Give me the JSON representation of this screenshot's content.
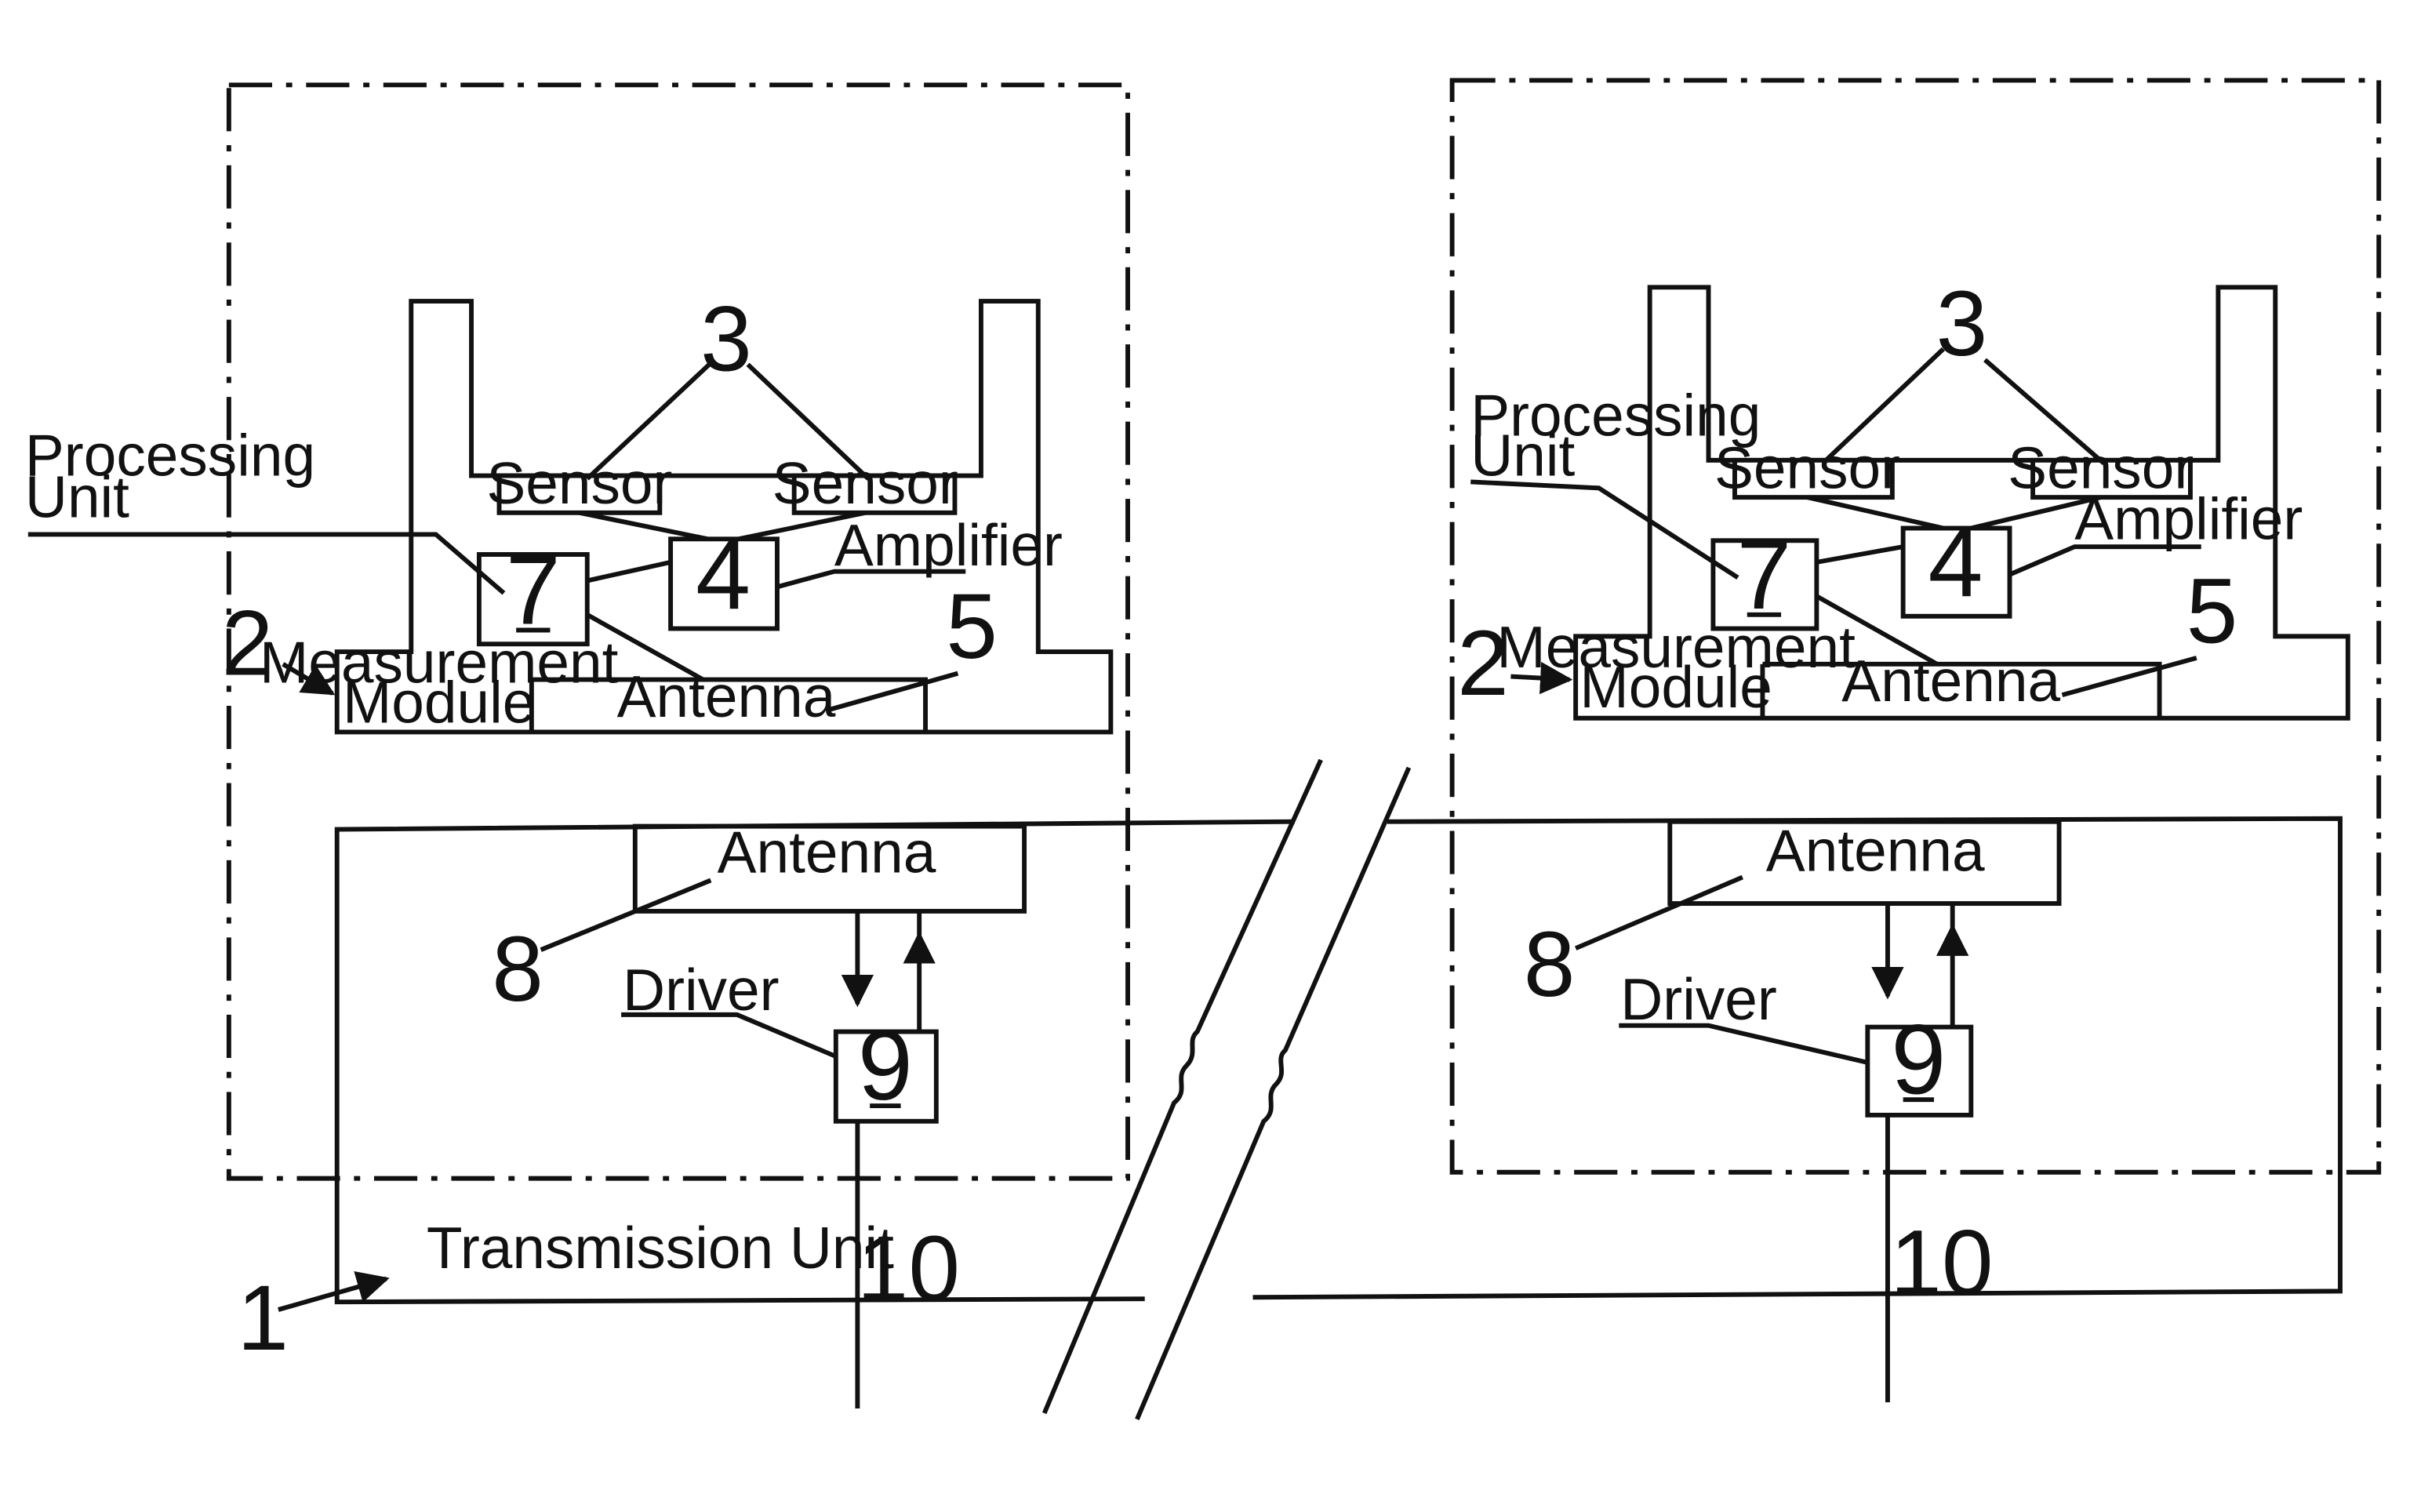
{
  "left_assembly": {
    "label_processing_unit_1": "Processing",
    "label_processing_unit_2": "Unit",
    "label_sensor_a": "Sensor",
    "label_sensor_b": "Sensor",
    "label_amplifier": "Amplifier",
    "label_measurement_1": "Measurement",
    "label_measurement_2": "Module",
    "label_antenna_module": "Antenna",
    "label_antenna_unit": "Antenna",
    "label_driver": "Driver",
    "label_transmission_unit": "Transmission Unit",
    "ref_sensors": "3",
    "ref_processing": "7",
    "ref_amplifier": "4",
    "ref_antenna_module": "5",
    "ref_measurement_module": "2",
    "ref_antenna_unit": "8",
    "ref_driver": "9",
    "ref_cable": "10",
    "ref_transmission_unit": "1"
  },
  "right_assembly": {
    "label_processing_unit_1": "Processing",
    "label_processing_unit_2": "Unit",
    "label_sensor_a": "Sensor",
    "label_sensor_b": "Sensor",
    "label_amplifier": "Amplifier",
    "label_measurement_1": "Measurement",
    "label_measurement_2": "Module",
    "label_antenna_module": "Antenna",
    "label_antenna_unit": "Antenna",
    "label_driver": "Driver",
    "ref_sensors": "3",
    "ref_processing": "7",
    "ref_amplifier": "4",
    "ref_antenna_module": "5",
    "ref_measurement_module": "2",
    "ref_antenna_unit": "8",
    "ref_driver": "9",
    "ref_cable": "10"
  }
}
